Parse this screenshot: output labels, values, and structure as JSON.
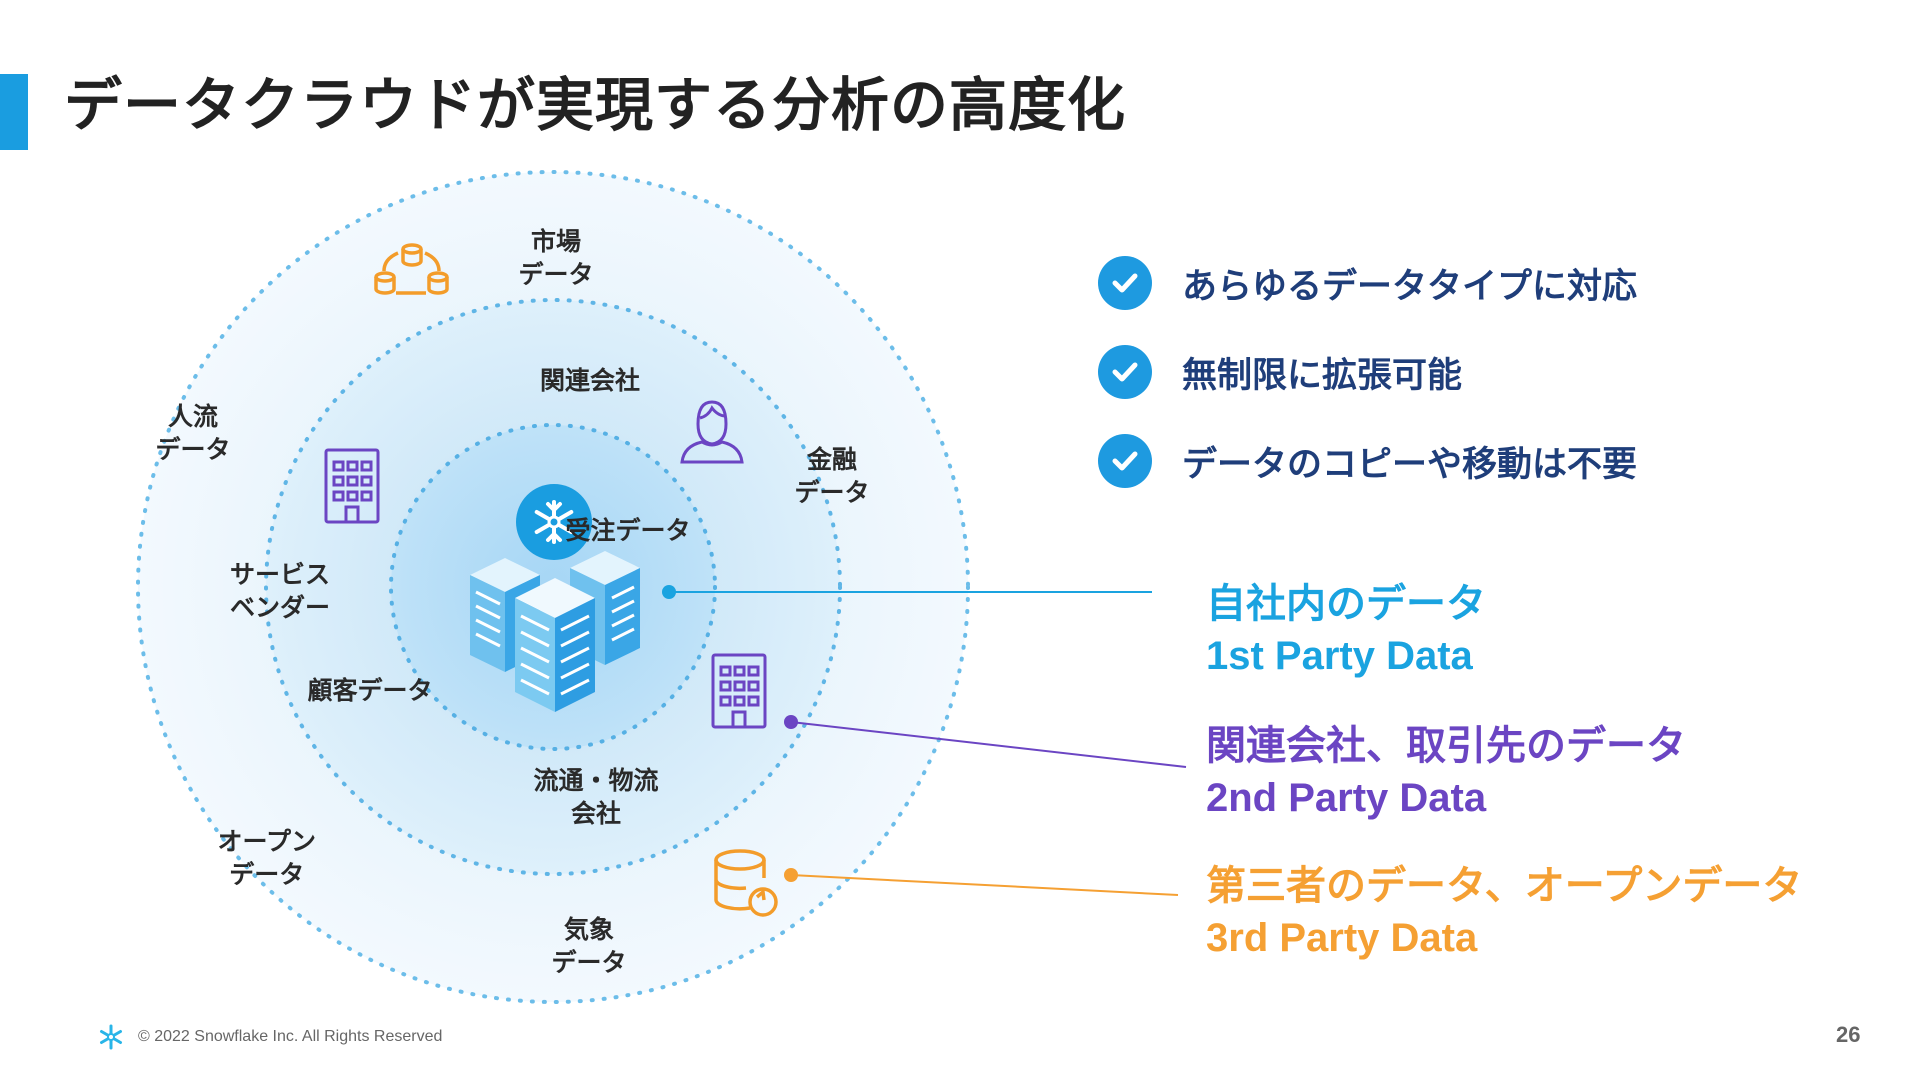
{
  "title": "データクラウドが実現する分析の高度化",
  "colors": {
    "accent": "#1a9de0",
    "title_bar": "#1a9de0",
    "first_party": "#1aa3e0",
    "second_party": "#6b45c3",
    "third_party": "#f5a033",
    "check": "#1e9ae0",
    "check_text": "#1f3e7a"
  },
  "diagram": {
    "outer_labels": {
      "market": "市場\nデータ",
      "people_flow": "人流\nデータ",
      "finance": "金融\nデータ",
      "open": "オープン\nデータ",
      "weather": "気象\nデータ"
    },
    "middle_labels": {
      "affiliates": "関連会社",
      "service_vendor": "サービス\nベンダー",
      "logistics": "流通・物流\n会社"
    },
    "inner_labels": {
      "orders": "受注データ",
      "customers": "顧客データ"
    },
    "icons": [
      "data-sync-icon",
      "building-icon",
      "person-icon",
      "snowflake-icon",
      "servers-icon",
      "building-icon",
      "database-refresh-icon"
    ]
  },
  "checklist": [
    {
      "icon": "check-icon",
      "text": "あらゆるデータタイプに対応"
    },
    {
      "icon": "check-icon",
      "text": "無制限に拡張可能"
    },
    {
      "icon": "check-icon",
      "text": "データのコピーや移動は不要"
    }
  ],
  "categories": [
    {
      "jp": "自社内のデータ",
      "en": "1st Party Data"
    },
    {
      "jp": "関連会社、取引先のデータ",
      "en": "2nd Party Data"
    },
    {
      "jp": "第三者のデータ、オープンデータ",
      "en": "3rd Party Data"
    }
  ],
  "footer": {
    "copyright": "© 2022 Snowflake Inc. All Rights Reserved",
    "page_number": "26"
  }
}
